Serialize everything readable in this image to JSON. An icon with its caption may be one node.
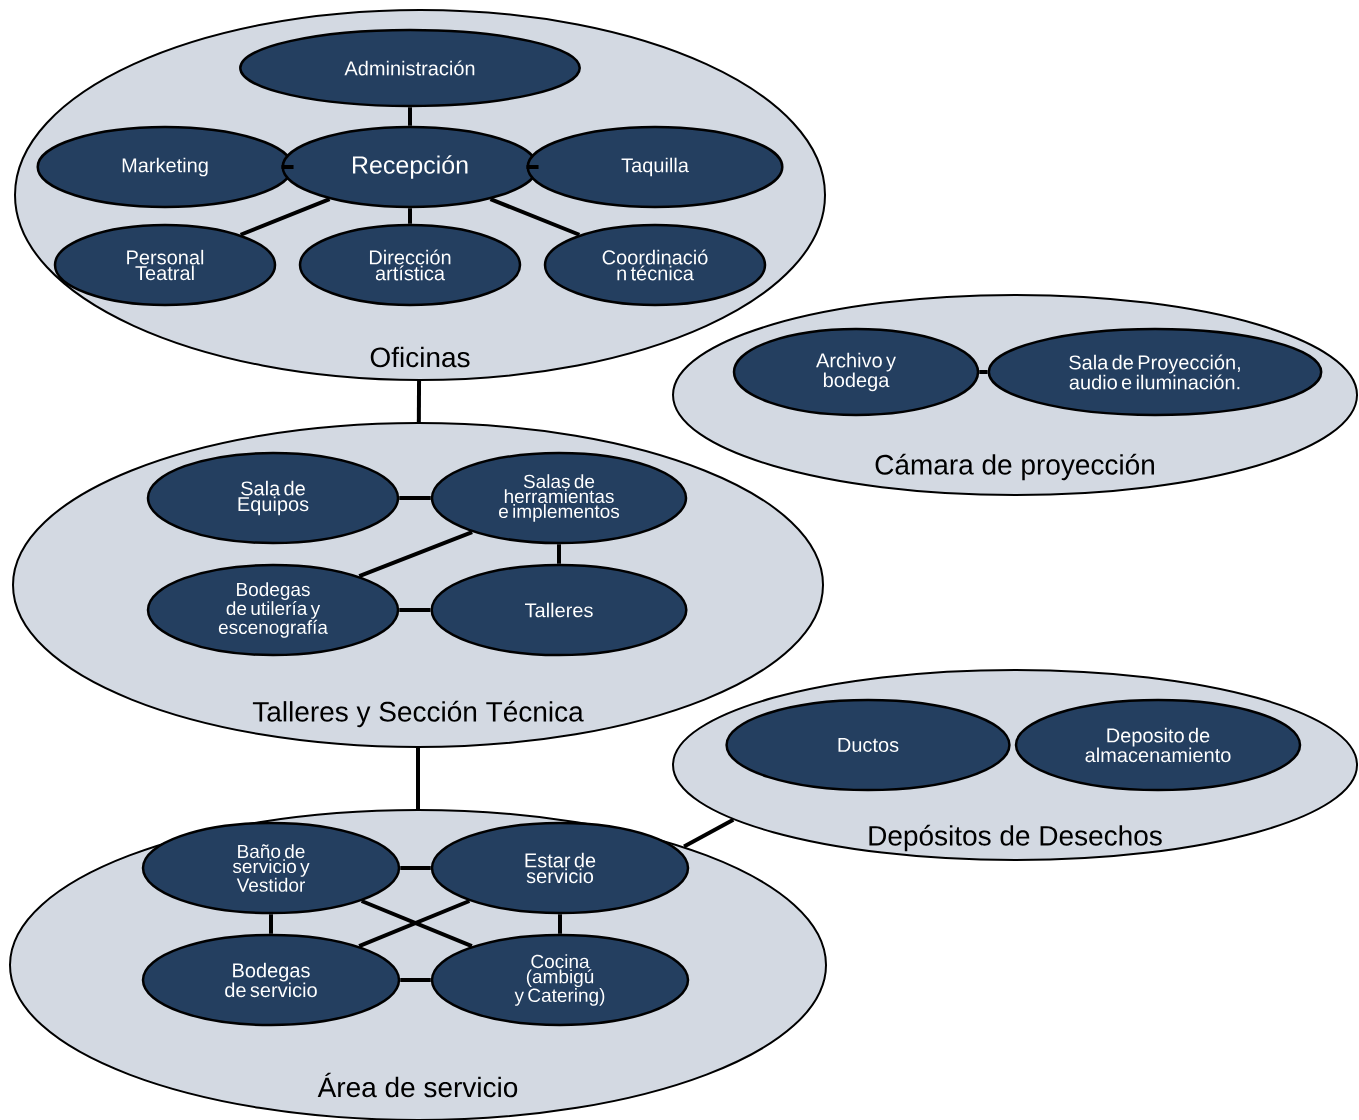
{
  "diagram": {
    "nodes": [
      {
        "text": [
          "Oficinas"
        ]
      },
      {
        "text": [
          "Administración"
        ],
        "in": 0
      },
      {
        "text": [
          "Marketing"
        ],
        "in": 0
      },
      {
        "text": [
          "Recepción"
        ],
        "in": 0
      },
      {
        "text": [
          "Taquilla"
        ],
        "in": 0
      },
      {
        "text": [
          "Personal Teatral"
        ],
        "in": 0
      },
      {
        "text": [
          "Dirección artística"
        ],
        "in": 0
      },
      {
        "text": [
          "Coordinació n técnica"
        ],
        "in": 0
      },
      {
        "text": [
          "Cámara de proyección"
        ]
      },
      {
        "text": [
          "Archivo y bodega"
        ],
        "in": 8
      },
      {
        "text": [
          "Sala de Proyección, audio e iluminación."
        ],
        "in": 8
      },
      {
        "text": [
          "Talleres y Sección Técnica"
        ]
      },
      {
        "text": [
          "Sala de Equipos"
        ],
        "in": 11
      },
      {
        "text": [
          "Salas de herramientas e implementos"
        ],
        "in": 11
      },
      {
        "text": [
          "Bodegas de utilería y escenografía"
        ],
        "in": 11
      },
      {
        "text": [
          "Talleres"
        ],
        "in": 11
      },
      {
        "text": [
          "Depósitos de Desechos"
        ]
      },
      {
        "text": [
          "Ductos"
        ],
        "in": 16
      },
      {
        "text": [
          "Deposito de almacenamiento"
        ],
        "in": 16
      },
      {
        "text": [
          "Área de servicio"
        ]
      },
      {
        "text": [
          "Baño de servicio y Vestidor"
        ],
        "in": 19
      },
      {
        "text": [
          "Estar de servicio"
        ],
        "in": 19
      },
      {
        "text": [
          "Bodegas de servicio"
        ],
        "in": 19
      },
      {
        "text": [
          "Cocina (ambigú y Catering)"
        ],
        "in": 19
      }
    ],
    "edges": [
      {
        "from": 1,
        "to": 3,
        "arrow": "none"
      },
      {
        "from": 2,
        "to": 3,
        "arrow": "none"
      },
      {
        "from": 3,
        "to": 4,
        "arrow": "none"
      },
      {
        "from": 3,
        "to": 5,
        "arrow": "none"
      },
      {
        "from": 3,
        "to": 6,
        "arrow": "none"
      },
      {
        "from": 3,
        "to": 7,
        "arrow": "none"
      },
      {
        "from": 0,
        "to": 11,
        "arrow": "none"
      },
      {
        "from": 9,
        "to": 10,
        "arrow": "none"
      },
      {
        "from": 12,
        "to": 13,
        "arrow": "none"
      },
      {
        "from": 13,
        "to": 14,
        "arrow": "none"
      },
      {
        "from": 13,
        "to": 15,
        "arrow": "none"
      },
      {
        "from": 14,
        "to": 15,
        "arrow": "none"
      },
      {
        "from": 11,
        "to": 19,
        "arrow": "none"
      },
      {
        "from": 19,
        "to": 16,
        "arrow": "none"
      },
      {
        "from": 20,
        "to": 21,
        "arrow": "none"
      },
      {
        "from": 20,
        "to": 22,
        "arrow": "none"
      },
      {
        "from": 20,
        "to": 23,
        "arrow": "none"
      },
      {
        "from": 21,
        "to": 22,
        "arrow": "none"
      },
      {
        "from": 21,
        "to": 23,
        "arrow": "none"
      },
      {
        "from": 22,
        "to": 23,
        "arrow": "none"
      }
    ]
  }
}
